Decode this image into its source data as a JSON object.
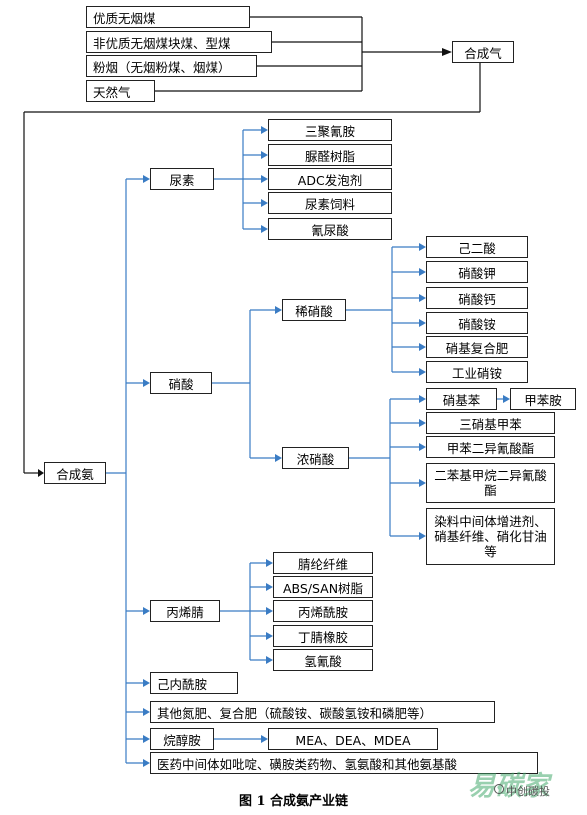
{
  "sources": [
    "优质无烟煤",
    "非优质无烟煤块煤、型煤",
    "粉烟（无烟粉煤、烟煤）",
    "天然气"
  ],
  "syngas": "合成气",
  "ammonia": "合成氨",
  "urea": {
    "label": "尿素",
    "products": [
      "三聚氰胺",
      "脲醛树脂",
      "ADC发泡剂",
      "尿素饲料",
      "氰尿酸"
    ]
  },
  "nitric_acid": {
    "label": "硝酸",
    "dilute": {
      "label": "稀硝酸",
      "products": [
        "己二酸",
        "硝酸钾",
        "硝酸钙",
        "硝酸铵",
        "硝基复合肥",
        "工业硝铵"
      ]
    },
    "concentrated": {
      "label": "浓硝酸",
      "nitrobenzene": "硝基苯",
      "aniline": "甲苯胺",
      "products": [
        "三硝基甲苯",
        "甲苯二异氰酸酯",
        "二苯基甲烷二异氰酸酯",
        "染料中间体增进剂、硝基纤维、硝化甘油等"
      ]
    }
  },
  "acrylonitrile": {
    "label": "丙烯腈",
    "products": [
      "腈纶纤维",
      "ABS/SAN树脂",
      "丙烯酰胺",
      "丁腈橡胶",
      "氢氰酸"
    ]
  },
  "caprolactam": "己内酰胺",
  "other_fertilizers": "其他氮肥、复合肥（硫酸铵、碳酸氢铵和磷肥等）",
  "alkanolamines": {
    "label": "烷醇胺",
    "products": "MEA、DEA、MDEA"
  },
  "pharma": "医药中间体如吡啶、磺胺类药物、氢氨酸和其他氨基酸",
  "caption": "图 1   合成氨产业链",
  "watermark": "易碳家",
  "watermark_source": "中创碳投"
}
